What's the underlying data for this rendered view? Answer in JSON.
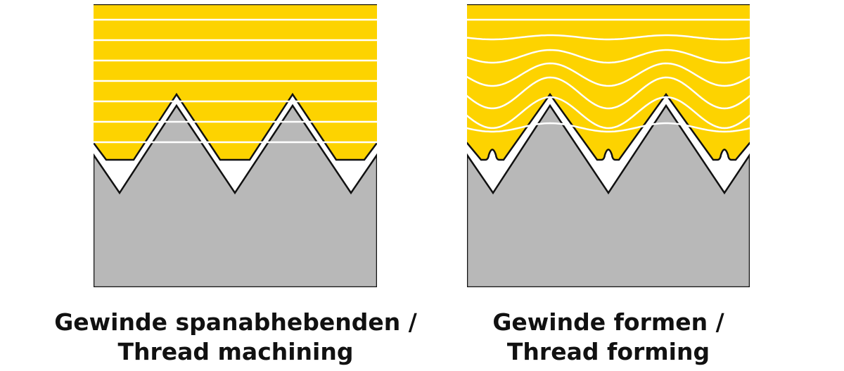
{
  "colors": {
    "material": "#fdd300",
    "tool": "#b8b8b8",
    "outline": "#111111",
    "flow_lines": "#ffffff"
  },
  "panels": [
    {
      "caption_de": "Gewinde spanabhebenden /",
      "caption_en": "Thread machining"
    },
    {
      "caption_de": "Gewinde formen /",
      "caption_en": "Thread forming"
    }
  ]
}
